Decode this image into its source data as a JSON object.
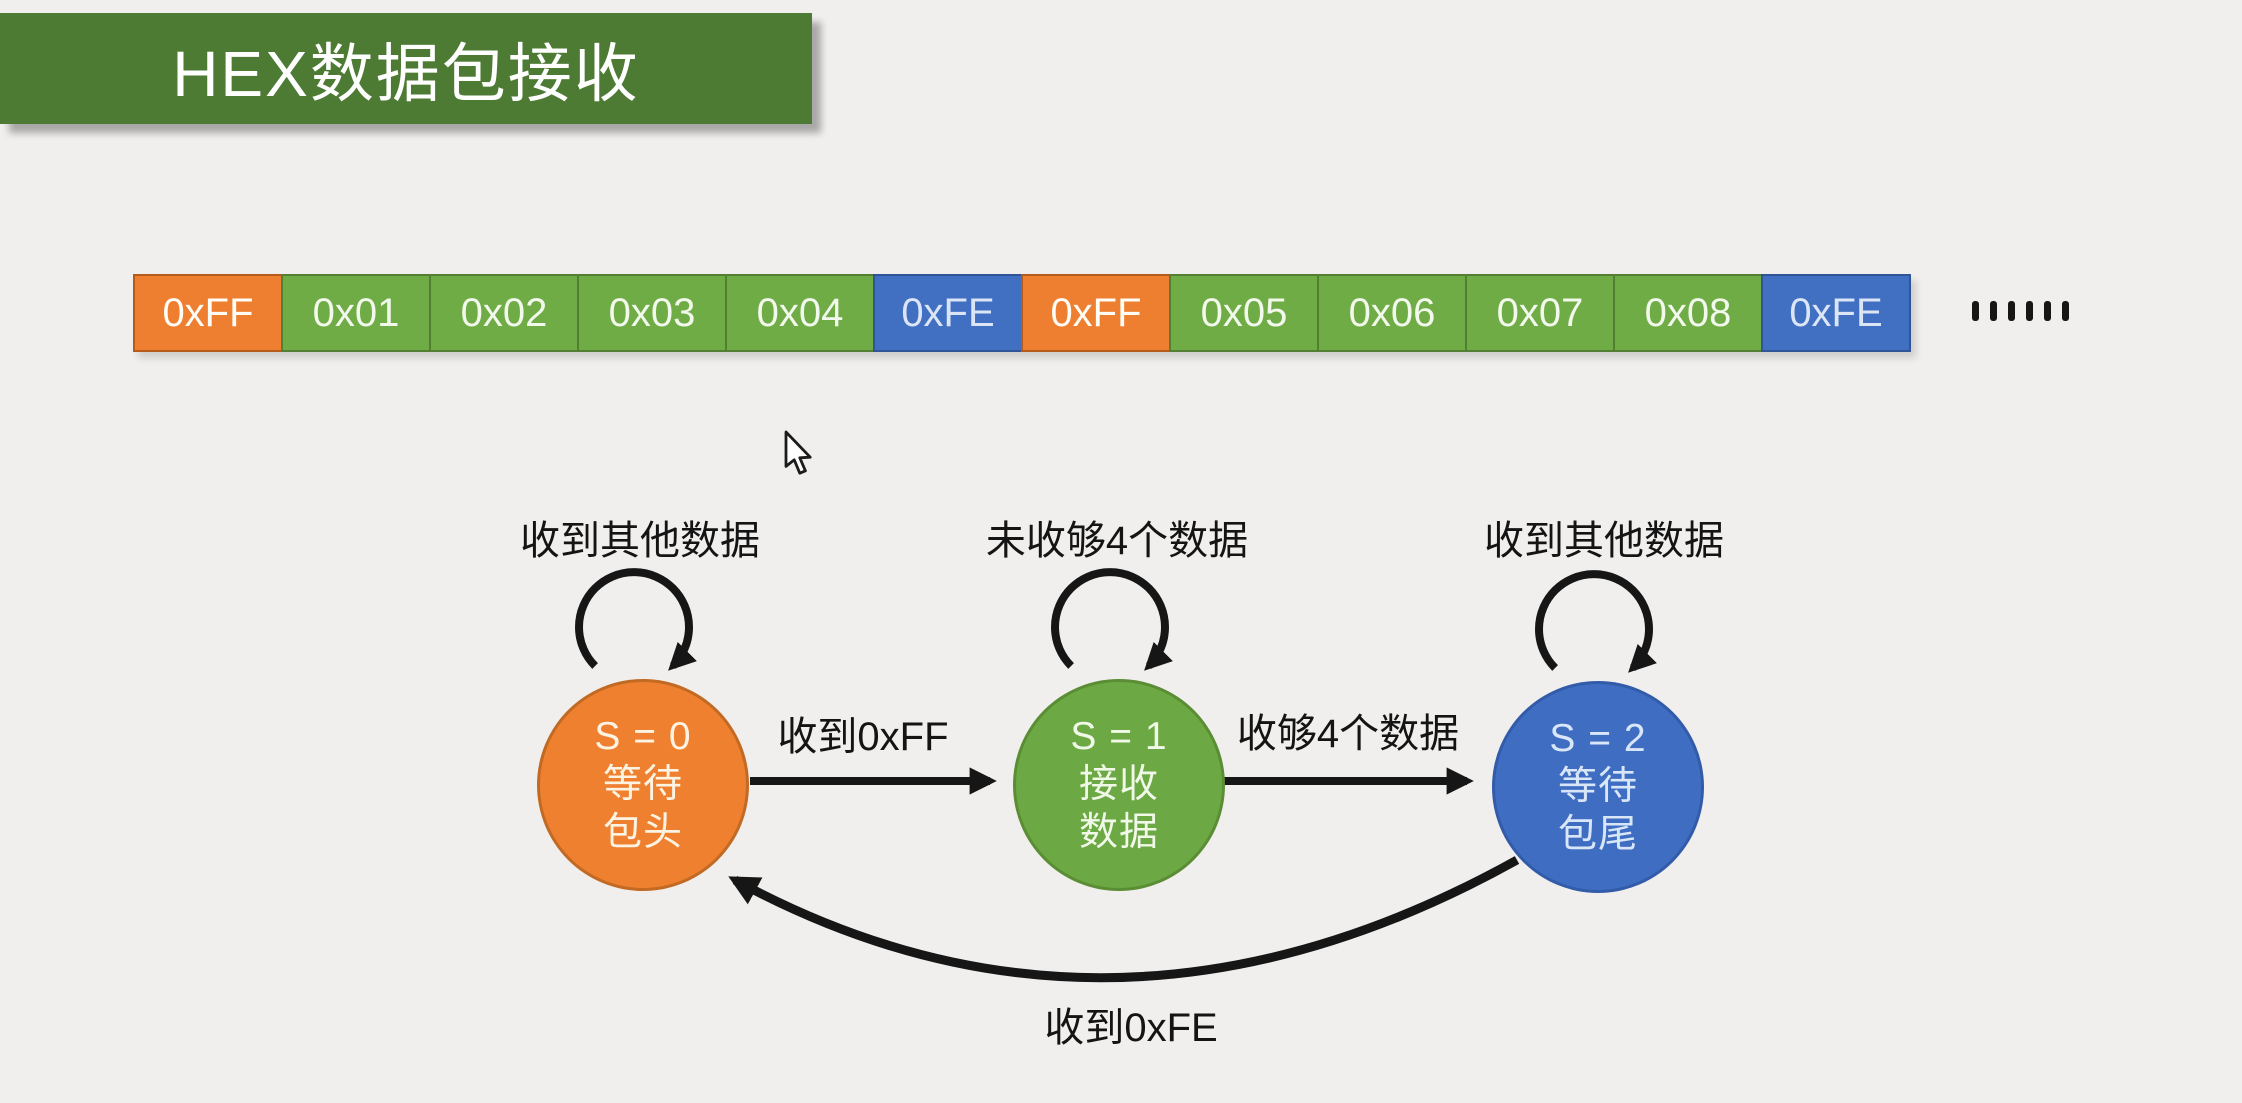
{
  "title": {
    "text": "HEX数据包接收"
  },
  "colors": {
    "background": "#F0EFEE",
    "banner_green": "#4E7B34",
    "packet_header_orange": "#ED7D31",
    "packet_data_green": "#6FAC46",
    "packet_tail_blue": "#4472C4",
    "arrow_black": "#161616"
  },
  "byte_stream": {
    "cells": [
      {
        "label": "0xFF",
        "type": "header"
      },
      {
        "label": "0x01",
        "type": "data"
      },
      {
        "label": "0x02",
        "type": "data"
      },
      {
        "label": "0x03",
        "type": "data"
      },
      {
        "label": "0x04",
        "type": "data"
      },
      {
        "label": "0xFE",
        "type": "tail"
      },
      {
        "label": "0xFF",
        "type": "header"
      },
      {
        "label": "0x05",
        "type": "data"
      },
      {
        "label": "0x06",
        "type": "data"
      },
      {
        "label": "0x07",
        "type": "data"
      },
      {
        "label": "0x08",
        "type": "data"
      },
      {
        "label": "0xFE",
        "type": "tail"
      }
    ],
    "ellipsis": "……"
  },
  "state_machine": {
    "states": [
      {
        "lines": [
          "S = 0",
          "等待",
          "包头"
        ],
        "color": "#ED7D31",
        "self_loop_label": "收到其他数据"
      },
      {
        "lines": [
          "S = 1",
          "接收",
          "数据"
        ],
        "color": "#6FAC46",
        "self_loop_label": "未收够4个数据"
      },
      {
        "lines": [
          "S = 2",
          "等待",
          "包尾"
        ],
        "color": "#4472C4",
        "self_loop_label": "收到其他数据"
      }
    ],
    "transitions": [
      {
        "from": "S=0",
        "to": "S=1",
        "label": "收到0xFF"
      },
      {
        "from": "S=1",
        "to": "S=2",
        "label": "收够4个数据"
      },
      {
        "from": "S=2",
        "to": "S=0",
        "label": "收到0xFE"
      }
    ]
  },
  "cursor": {
    "visible": true,
    "icon": "arrow-pointer-icon"
  }
}
